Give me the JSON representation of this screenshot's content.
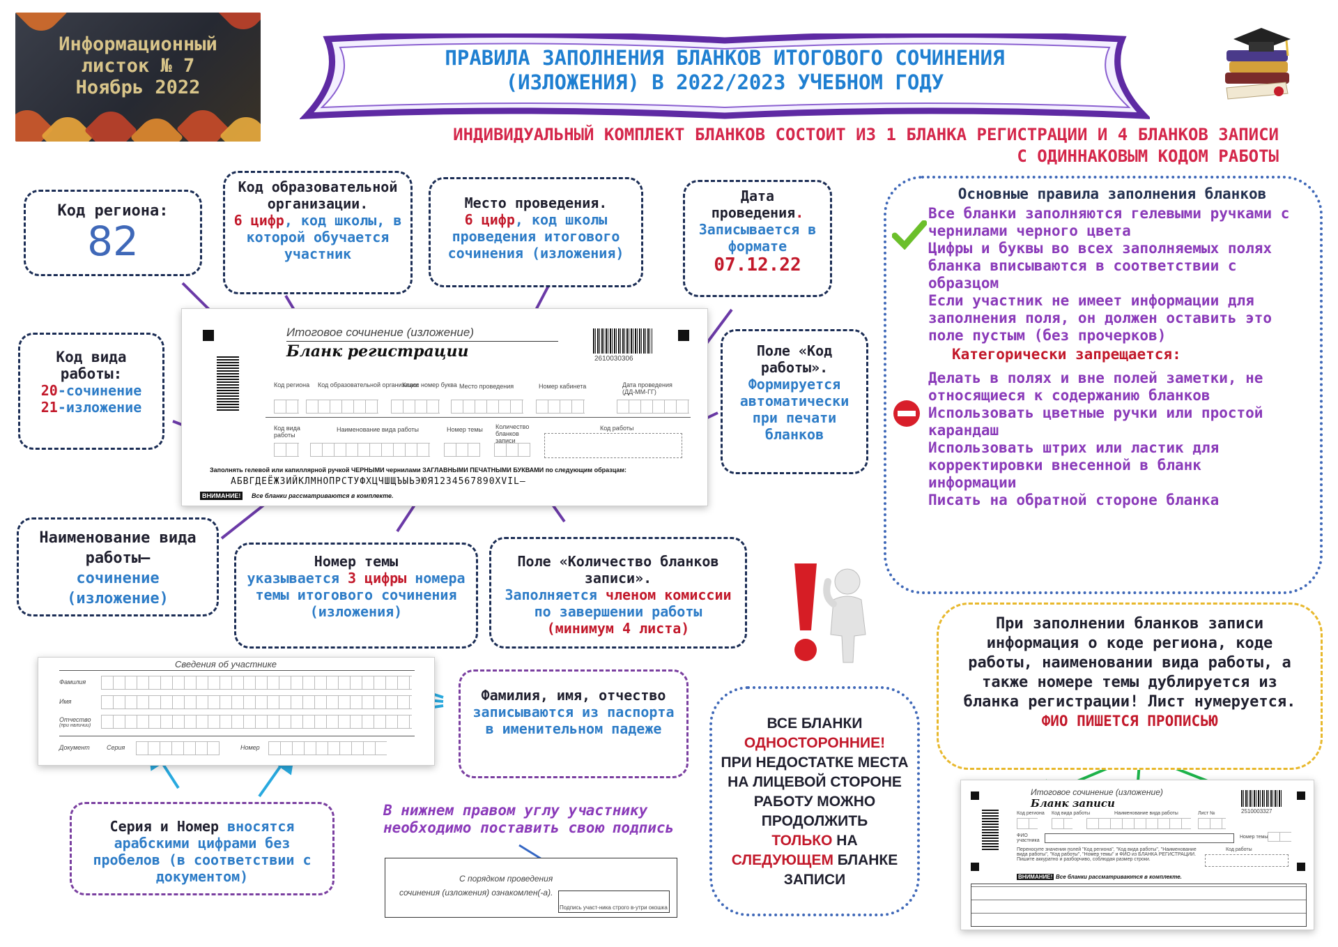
{
  "badge": {
    "line1": "Информационный",
    "line2": "листок № 7",
    "line3": "Ноябрь 2022"
  },
  "title": {
    "line1": "ПРАВИЛА ЗАПОЛНЕНИЯ БЛАНКОВ ИТОГОВОГО СОЧИНЕНИЯ",
    "line2": "(ИЗЛОЖЕНИЯ) В 2022/2023 УЧЕБНОМ ГОДУ"
  },
  "subtitle": {
    "line1": "ИНДИВИДУАЛЬНЫЙ КОМПЛЕКТ БЛАНКОВ СОСТОИТ ИЗ 1 БЛАНКА РЕГИСТРАЦИИ И 4 БЛАНКОВ ЗАПИСИ",
    "line2": "С ОДИННАКОВЫМ КОДОМ РАБОТЫ"
  },
  "region": {
    "label": "Код региона:",
    "value": "82"
  },
  "org": {
    "head": "Код образовательной организации.",
    "digits": "6 цифр",
    "rest": ", код школы, в которой обучается участник"
  },
  "place": {
    "head": "Место проведения.",
    "digits": "6 цифр",
    "rest": ", код школы проведения итогового сочинения (изложения)"
  },
  "date": {
    "head": "Дата проведения",
    "dot": ".",
    "rest": "Записывается в формате",
    "value": "07.12.22"
  },
  "worktype": {
    "head": "Код вида работы:",
    "l1num": "20",
    "l1": "-сочинение",
    "l2num": "21",
    "l2": "-изложение"
  },
  "workcode": {
    "head": "Поле «Код работы».",
    "rest": "Формируется автоматически при печати бланков"
  },
  "name": {
    "head": "Наименование вида работы–",
    "rest": "сочинение (изложение)"
  },
  "topic": {
    "head": "Номер темы",
    "p1": "указывается",
    "digits": "3 цифры",
    "p2": "номера темы итогового сочинения (изложения)"
  },
  "count": {
    "p1": "Поле «Количество бланков записи».",
    "p2": "Заполняется",
    "p3": "членом комиссии",
    "p4": "по завершении работы",
    "p5": "(минимум 4 листа)"
  },
  "fio": {
    "p1": "Фамилия, имя, отчество",
    "p2": "записываются из паспорта в именительном падеже"
  },
  "series": {
    "p1": "Серия и Номер",
    "p2": "вносятся арабскими цифрами без пробелов (в соответствии с документом)"
  },
  "sign": {
    "note": "В нижнем правом углу участнику необходимо поставить свою подпись",
    "t1": "С порядком проведения",
    "t2": "сочинения (изложения) ознакомлен(-а).",
    "t3": "Подпись участ-ника строго в-утри окошка"
  },
  "onesided": {
    "p1": "ВСЕ БЛАНКИ",
    "p2": "ОДНОСТОРОННИЕ!",
    "p3": "ПРИ НЕДОСТАТКЕ МЕСТА НА ЛИЦЕВОЙ СТОРОНЕ РАБОТУ МОЖНО ПРОДОЛЖИТЬ",
    "p4": "ТОЛЬКО",
    "p5": "НА",
    "p6": "СЛЕДУЮЩЕМ",
    "p7": "БЛАНКЕ ЗАПИСИ"
  },
  "duplicate": {
    "p1": "При заполнении бланков записи информация о коде региона, коде работы, наименовании вида работы, а также номере темы дублируется из бланка регистрации! Лист нумеруется.",
    "p2": "ФИО ПИШЕТСЯ ПРОПИСЬЮ"
  },
  "rules": {
    "head": "Основные правила заполнения бланков",
    "r1": "Все бланки заполняются гелевыми ручками с чернилами черного цвета",
    "r2": "Цифры и буквы во всех заполняемых полях бланка вписываются в соответствии с образцом",
    "r3": "Если участник не имеет информации для заполнения поля, он должен оставить это поле пустым (без прочерков)",
    "forbid": "Категорически запрещается:",
    "f1": "Делать в полях и вне полей заметки, не относящиеся к содержанию бланков",
    "f2": "Использовать цветные ручки или простой карандаш",
    "f3": "Использовать штрих или ластик для корректировки внесенной в бланк информации",
    "f4": "Писать на обратной стороне бланка"
  },
  "regform": {
    "h1": "Итоговое сочинение (изложение)",
    "h2": "Бланк регистрации",
    "barcode": "2610030306",
    "c1": "Код региона",
    "c2": "Код образовательной организации",
    "c3": "Класс номер буква",
    "c4": "Место проведения",
    "c5": "Номер кабинета",
    "c6": "Дата проведения (ДД-ММ-ГГ)",
    "c7": "Код вида работы",
    "c8": "Наименование вида работы",
    "c9": "Номер темы",
    "c10": "Количество бланков записи",
    "c11": "Код работы",
    "instr": "Заполнять гелевой или капиллярной ручкой ЧЕРНЫМИ чернилами ЗАГЛАВНЫМИ ПЕЧАТНЫМИ БУКВАМИ по следующим образцам:",
    "alphabet": "АБВГДЕЁЖЗИЙКЛМНОПРСТУФХЦЧШЩЪЫЬЭЮЯ1234567890XVIL–",
    "warn": "ВНИМАНИЕ!",
    "warnText": "Все бланки рассматриваются в комплекте."
  },
  "partform": {
    "h": "Сведения об участнике",
    "f1": "Фамилия",
    "f2": "Имя",
    "f3": "Отчество",
    "f3b": "(при наличии)",
    "doc": "Документ",
    "ser": "Серия",
    "num": "Номер"
  },
  "recform": {
    "h1": "Итоговое сочинение (изложение)",
    "h2": "Бланк записи",
    "barcode": "2510003327",
    "c1": "Код региона",
    "c2": "Код вида работы",
    "c3": "Наименование вида работы",
    "c4": "Лист №",
    "fio": "ФИО участника",
    "topic": "Номер темы",
    "code": "Код работы",
    "instr": "Переносите значения полей \"Код региона\", \"Код вида работы\", \"Наименование вида работы\", \"Код работы\", \"Номер темы\" и ФИО из БЛАНКА РЕГИСТРАЦИИ. Пишите аккуратно и разборчиво, соблюдая размер строки.",
    "warn": "ВНИМАНИЕ!",
    "warnText": "Все бланки рассматриваются в комплекте."
  }
}
